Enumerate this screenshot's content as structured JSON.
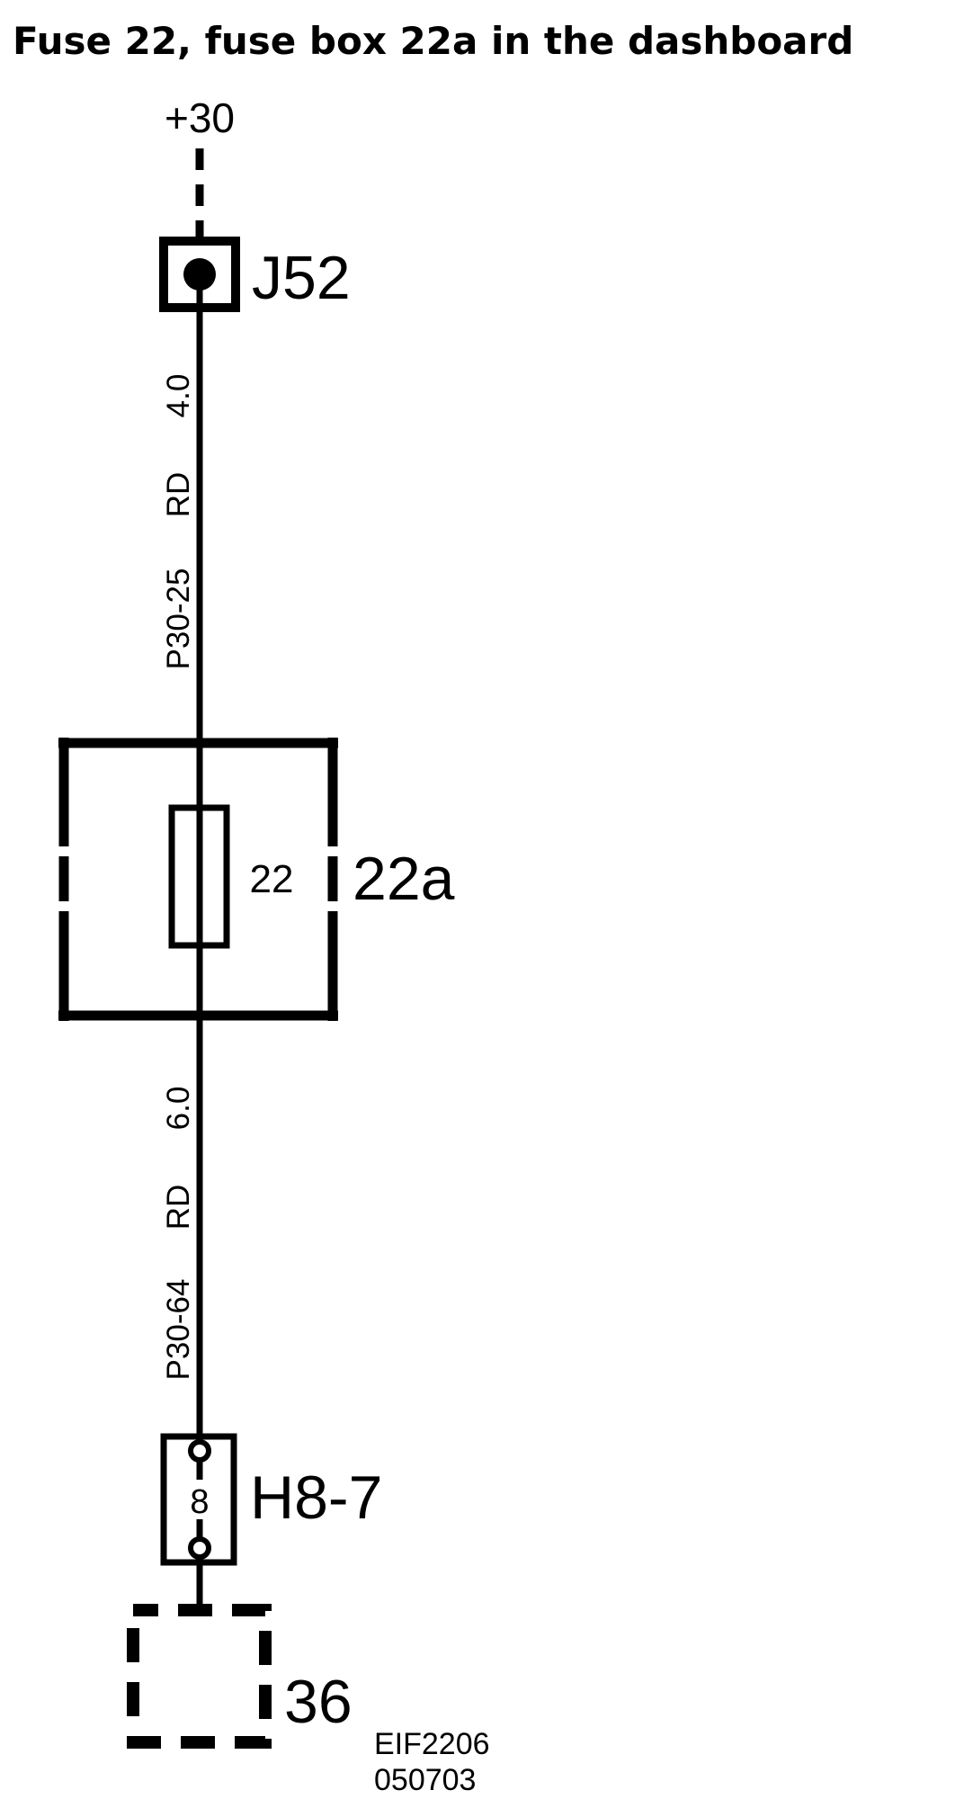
{
  "title": "Fuse 22, fuse box 22a in the dashboard",
  "supply_label": "+30",
  "connector_top": {
    "name": "J52"
  },
  "wire_top": {
    "size": "4.0",
    "color": "RD",
    "id": "P30-25"
  },
  "fuse_box": {
    "name": "22a",
    "fuse_number": "22"
  },
  "wire_bottom": {
    "size": "6.0",
    "color": "RD",
    "id": "P30-64"
  },
  "connector_bottom": {
    "name": "H8-7",
    "pin": "8"
  },
  "component": {
    "name": "36"
  },
  "drawing_ref": {
    "code": "EIF2206",
    "date": "050703"
  }
}
